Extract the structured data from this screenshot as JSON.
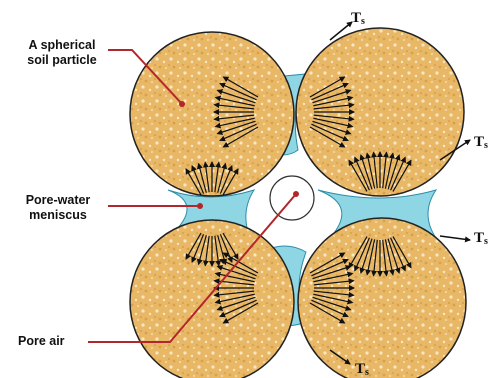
{
  "labels": {
    "particle_line1": "A spherical",
    "particle_line2": "soil particle",
    "meniscus_line1": "Pore-water",
    "meniscus_line2": "meniscus",
    "pore_air": "Pore air"
  },
  "tension": {
    "symbol": "T",
    "subscript": "s"
  },
  "colors": {
    "particle_fill": "#e9b867",
    "particle_speckle": "#f7e7c2",
    "meniscus_fill": "#8fd6e4",
    "arrow": "#111111",
    "leader_line": "#b3262a"
  }
}
